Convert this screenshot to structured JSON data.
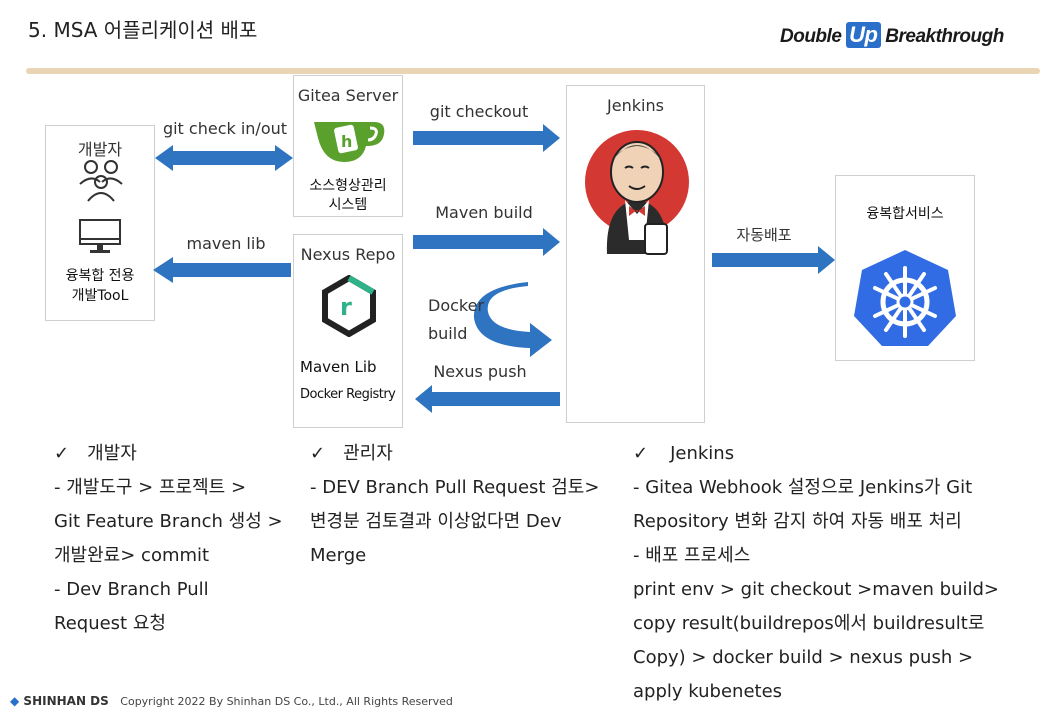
{
  "header": {
    "title": "5. MSA 어플리케이션 배포",
    "brand_left": "Double",
    "brand_mid": "Up",
    "brand_right": "Breakthrough"
  },
  "developer": {
    "title": "개발자",
    "caption_line1": "융복합 전용",
    "caption_line2": "개발TooL"
  },
  "gitea": {
    "title": "Gitea Server",
    "caption_line1": "소스형상관리",
    "caption_line2": "시스템"
  },
  "nexus": {
    "title": "Nexus Repo",
    "lib_label": "Maven Lib",
    "registry_label": "Docker Registry"
  },
  "jenkins": {
    "title": "Jenkins"
  },
  "service": {
    "title": "융복합서비스"
  },
  "arrows": {
    "git_check": "git check in/out",
    "maven_lib": "maven lib",
    "git_checkout": "git checkout",
    "maven_build": "Maven build",
    "docker_build_1": "Docker",
    "docker_build_2": "build",
    "nexus_push": "Nexus push",
    "auto_deploy": "자동배포"
  },
  "notes": {
    "check": "✓",
    "dev_title": "개발자",
    "dev_lines": [
      "- 개발도구 > 프로젝트 >",
      "Git Feature Branch 생성 >",
      "개발완료> commit",
      "- Dev Branch Pull",
      "Request 요청"
    ],
    "admin_title": "관리자",
    "admin_lines": [
      "- DEV Branch Pull Request 검토>",
      "변경분 검토결과 이상없다면 Dev",
      "Merge"
    ],
    "jenkins_title": "Jenkins",
    "jenkins_lines": [
      "- Gitea Webhook 설정으로 Jenkins가 Git",
      "Repository 변화 감지 하여 자동 배포 처리",
      "- 배포 프로세스",
      "print env > git checkout >maven build>",
      "copy result(buildrepos에서 buildresult로",
      "Copy) > docker build > nexus push >",
      "apply kubenetes"
    ]
  },
  "footer": {
    "company": "SHINHAN DS",
    "copyright": "Copyright 2022 By Shinhan DS Co., Ltd., All Rights Reserved"
  },
  "colors": {
    "arrow": "#2e74c0",
    "gitea_green": "#5aa02c",
    "k8s_blue": "#326ce5",
    "jenkins_red": "#d33833"
  }
}
